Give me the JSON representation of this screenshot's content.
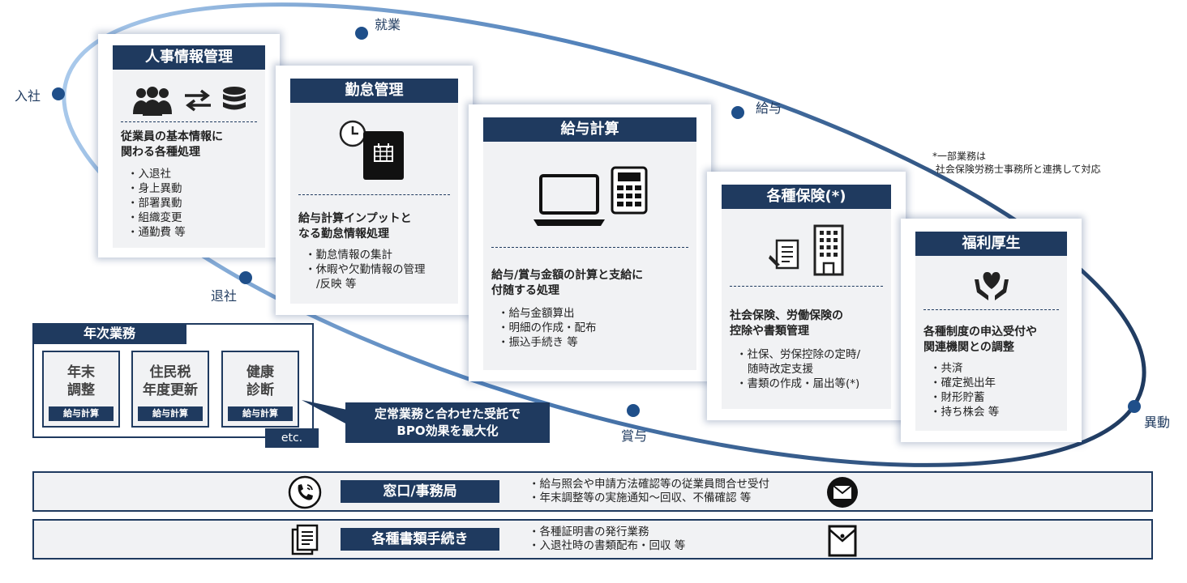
{
  "lifecycle_labels": {
    "join": "入社",
    "employment": "就業",
    "salary": "給与",
    "transfer": "異動",
    "bonus": "賞与",
    "leave": "退社"
  },
  "footnote": "*一部業務は\n 社会保険労務士事務所と連携して対応",
  "cards": [
    {
      "title": "人事情報管理",
      "icons": [
        "people-icon",
        "exchange-arrows-icon",
        "database-icon"
      ],
      "heading": [
        "従業員の基本情報に",
        "関わる各種処理"
      ],
      "items": [
        "入退社",
        "身上異動",
        "部署異動",
        "組織変更",
        "通勤費 等"
      ]
    },
    {
      "title": "勤怠管理",
      "icons": [
        "clock-icon",
        "calendar-icon"
      ],
      "heading": [
        "給与計算インプットと",
        "なる勤怠情報処理"
      ],
      "items": [
        "勤怠情報の集計",
        "休暇や欠勤情報の管理",
        "/反映 等"
      ]
    },
    {
      "title": "給与計算",
      "icons": [
        "laptop-icon",
        "calculator-icon"
      ],
      "heading": [
        "給与/賞与金額の計算と支給に",
        "付随する処理"
      ],
      "items": [
        "給与金額算出",
        "明細の作成・配布",
        "振込手続き 等"
      ]
    },
    {
      "title": "各種保険(*)",
      "icons": [
        "document-pen-icon",
        "building-icon"
      ],
      "heading": [
        "社会保険、労働保険の",
        "控除や書類管理"
      ],
      "items": [
        "社保、労保控除の定時/",
        "随時改定支援",
        "書類の作成・届出等(*)"
      ]
    },
    {
      "title": "福利厚生",
      "icons": [
        "heart-hands-icon"
      ],
      "heading": [
        "各種制度の申込受付や",
        "関連機関との調整"
      ],
      "items": [
        "共済",
        "確定拠出年",
        "財形貯蓄",
        "持ち株会 等"
      ]
    }
  ],
  "annual": {
    "title": "年次業務",
    "boxes": [
      {
        "label": "年末\n調整",
        "tag": "給与計算"
      },
      {
        "label": "住民税\n年度更新",
        "tag": "給与計算"
      },
      {
        "label": "健康\n診断",
        "tag": "給与計算"
      }
    ],
    "etc": "etc."
  },
  "callout": "定常業務と合わせた受託で\nBPO効果を最大化",
  "rows": [
    {
      "label": "窓口/事務局",
      "left_icon": "phone-icon",
      "right_icon": "mail-icon",
      "items": [
        "給与照会や申請方法確認等の従業員問合せ受付",
        "年末調整等の実施通知～回収、不備確認 等"
      ]
    },
    {
      "label": "各種書類手続き",
      "left_icon": "documents-icon",
      "right_icon": "envelope-document-icon",
      "items": [
        "各種証明書の発行業務",
        "入退社時の書類配布・回収 等"
      ]
    }
  ],
  "colors": {
    "navy": "#1f3a5f",
    "panel": "#f1f2f4",
    "ring_light": "#a8c8ea",
    "ring_dark": "#1f3a5f"
  }
}
